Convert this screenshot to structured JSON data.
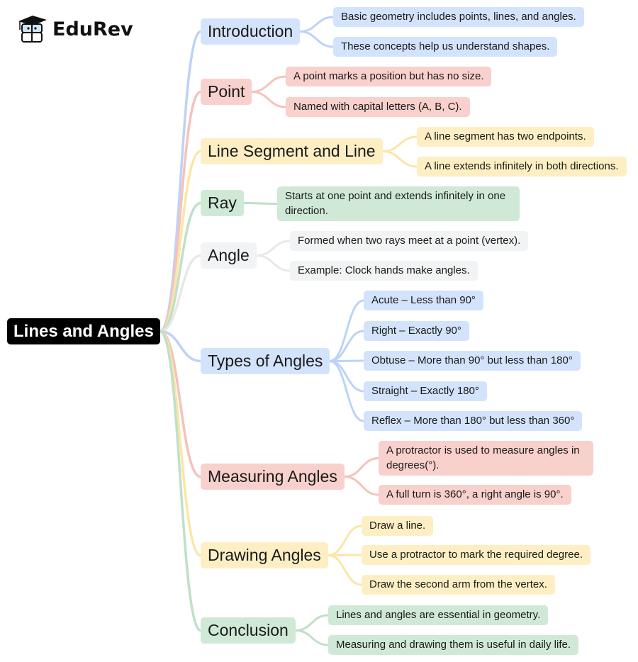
{
  "logo": {
    "text": "EduRev"
  },
  "colors": {
    "blue": "#bcd3f7",
    "red": "#f5c2bc",
    "yellow": "#fbe6a6",
    "green": "#bfe0c8",
    "gray": "#e6e8ea"
  },
  "root": {
    "label": "Lines and Angles"
  },
  "branches": [
    {
      "label": "Introduction",
      "color": "blue",
      "children": [
        "Basic geometry includes points, lines, and angles.",
        "These concepts help us understand shapes."
      ]
    },
    {
      "label": "Point",
      "color": "red",
      "children": [
        "A point marks a position but has no size.",
        "Named with capital letters (A, B, C)."
      ]
    },
    {
      "label": "Line Segment and Line",
      "color": "yellow",
      "children": [
        "A line segment has two endpoints.",
        "A line extends infinitely in both directions."
      ]
    },
    {
      "label": "Ray",
      "color": "green",
      "children": [
        "Starts at one point and extends infinitely in one direction."
      ]
    },
    {
      "label": "Angle",
      "color": "gray",
      "children": [
        "Formed when two rays meet at a point (vertex).",
        "Example: Clock hands make angles."
      ]
    },
    {
      "label": "Types of Angles",
      "color": "blue",
      "children": [
        "Acute – Less than 90°",
        "Right – Exactly 90°",
        "Obtuse – More than 90° but less than 180°",
        "Straight – Exactly 180°",
        "Reflex – More than 180° but less than 360°"
      ]
    },
    {
      "label": "Measuring Angles",
      "color": "red",
      "children": [
        "A protractor is used to measure angles in degrees(°).",
        "A full turn is 360°, a right angle is 90°."
      ]
    },
    {
      "label": "Drawing Angles",
      "color": "yellow",
      "children": [
        "Draw a line.",
        "Use a protractor to mark the required degree.",
        "Draw the second arm from the vertex."
      ]
    },
    {
      "label": "Conclusion",
      "color": "green",
      "children": [
        "Lines and angles are essential in geometry.",
        "Measuring and drawing them is useful in daily life."
      ]
    }
  ]
}
